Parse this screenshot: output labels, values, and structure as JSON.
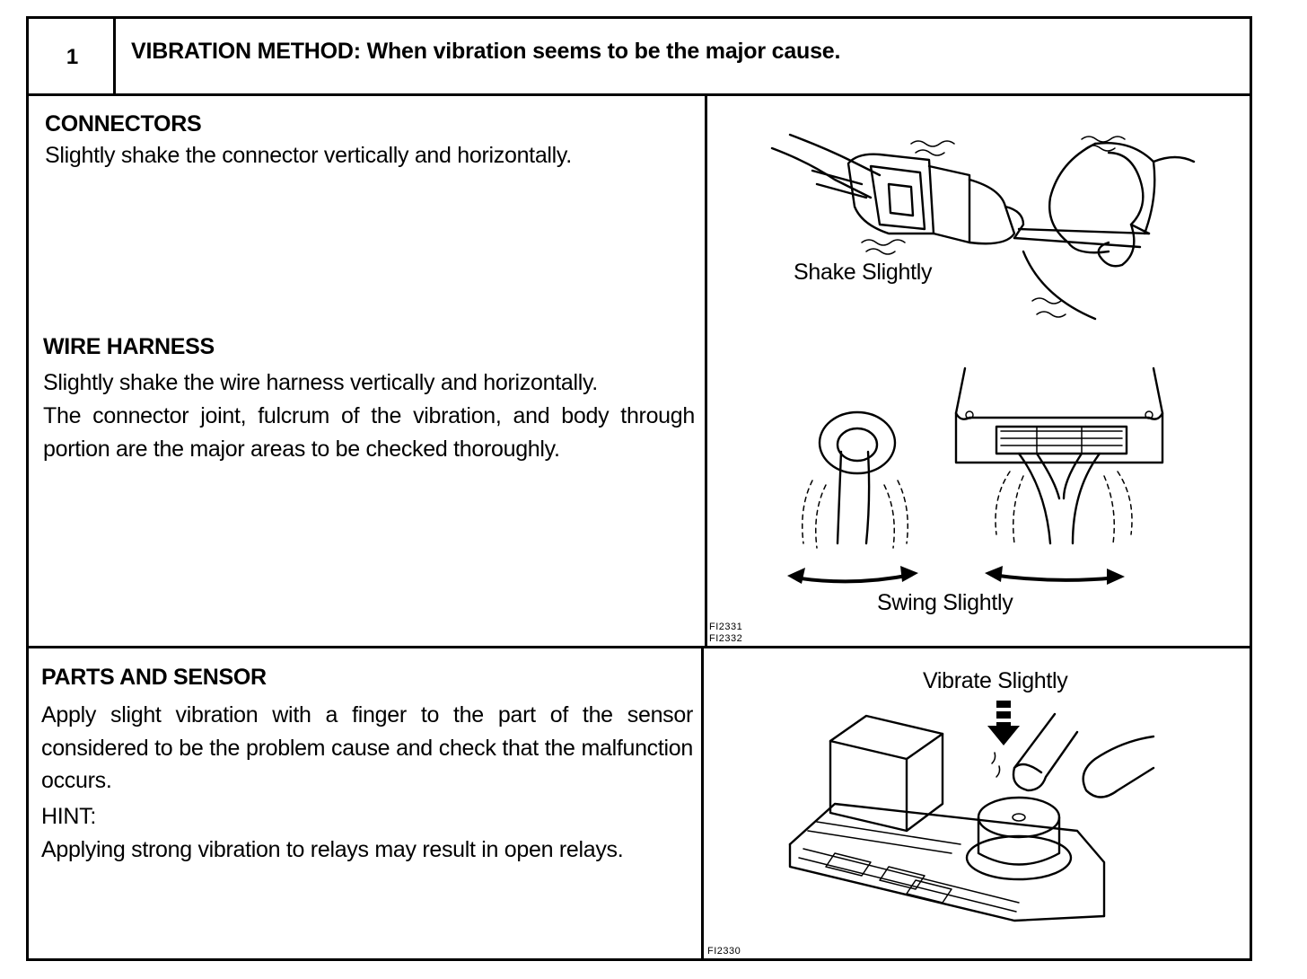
{
  "step": {
    "number": "1",
    "title": "VIBRATION METHOD: When vibration seems to be the major cause."
  },
  "connectors": {
    "heading": "CONNECTORS",
    "text": "Slightly shake the connector vertically and horizontally."
  },
  "wire_harness": {
    "heading": "WIRE HARNESS",
    "line1": "Slightly shake the wire harness vertically and horizontally.",
    "line2": "The connector joint, fulcrum of the vibration, and body through portion are the major areas to be checked thoroughly."
  },
  "parts_sensor": {
    "heading": "PARTS AND SENSOR",
    "text": "Apply slight vibration with a finger to the part of the sensor considered to be the problem cause and check that the malfunction occurs.",
    "hint_label": "HINT:",
    "hint_text": "Applying strong vibration to relays may result in open relays."
  },
  "figures": {
    "connector_caption": "Shake Slightly",
    "harness_caption": "Swing Slightly",
    "codes_top": [
      "FI2331",
      "FI2332"
    ],
    "sensor_caption": "Vibrate Slightly",
    "code_bottom": "FI2330"
  },
  "icons": [
    "connector-shake-icon",
    "grommet-harness-icon",
    "ecu-harness-icon",
    "double-arrow-icon",
    "relay-sensor-icon",
    "finger-icon",
    "down-arrow-icon"
  ]
}
